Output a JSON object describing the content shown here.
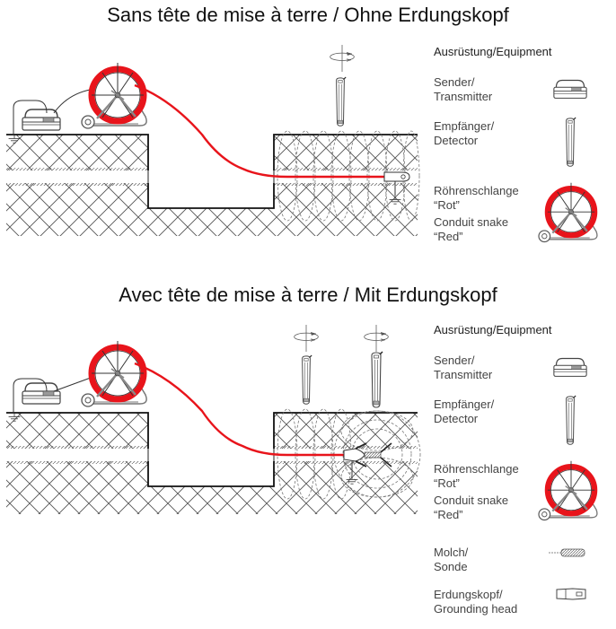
{
  "sections": [
    {
      "title": "Sans tête de mise à terre / Ohne Erdungskopf",
      "legend": {
        "heading": "Ausrüstung/Equipment",
        "items": [
          {
            "label": "Sender/\nTransmitter",
            "icon": "transmitter-icon"
          },
          {
            "label": "Empfänger/\nDetector",
            "icon": "detector-icon"
          },
          {
            "label": "Röhrenschlange\n“Rot”",
            "icon": "conduit-snake-reel-icon"
          },
          {
            "label": "Conduit snake\n“Red”",
            "icon": "conduit-snake-reel-icon"
          }
        ]
      }
    },
    {
      "title": "Avec tête de mise à terre / Mit Erdungskopf",
      "legend": {
        "heading": "Ausrüstung/Equipment",
        "items": [
          {
            "label": "Sender/\nTransmitter",
            "icon": "transmitter-icon"
          },
          {
            "label": "Empfänger/\nDetector",
            "icon": "detector-icon"
          },
          {
            "label": "Röhrenschlange\n“Rot”",
            "icon": "conduit-snake-reel-icon"
          },
          {
            "label": "Conduit snake\n“Red”",
            "icon": "conduit-snake-reel-icon"
          },
          {
            "label": "Molch/\nSonde",
            "icon": "sonde-icon"
          },
          {
            "label": "Erdungskopf/\nGrounding head",
            "icon": "grounding-head-icon"
          }
        ]
      }
    }
  ],
  "colors": {
    "snake_red": "#e8141b",
    "line": "#222222",
    "hatch": "#555555",
    "field": "#777777"
  }
}
